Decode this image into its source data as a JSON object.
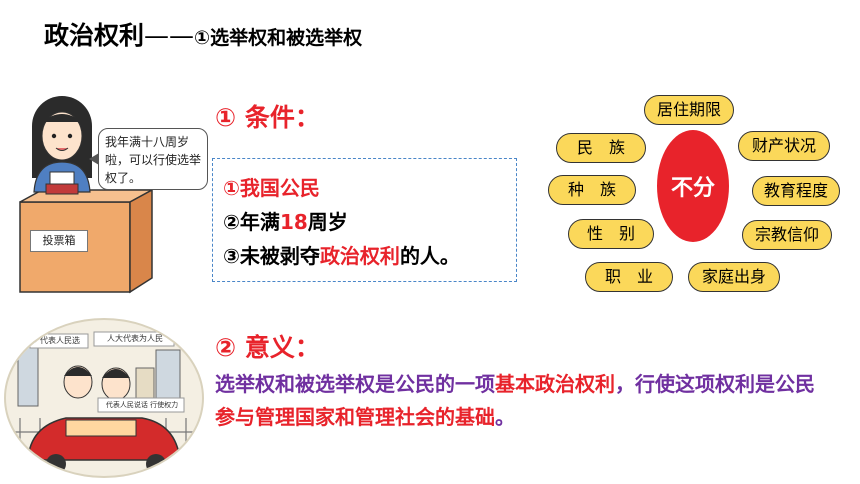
{
  "title": {
    "main": "政治权利",
    "dash": "——",
    "sub": "①选举权和被选举权"
  },
  "illustration": {
    "speech": "我年满十八周岁啦，可以行使选举权了。",
    "ballot_box_label": "投票箱",
    "banner_1": "代表人民选",
    "banner_2": "人大代表为人民",
    "banner_3": "代表人民说话 行使权力"
  },
  "section1": {
    "heading": "① 条件："
  },
  "conditions": {
    "c1": "①我国公民",
    "c2_prefix": "②年满",
    "c2_num": "18",
    "c2_suffix": "周岁",
    "c3_prefix": "③未被剥夺",
    "c3_em": "政治权利",
    "c3_suffix": "的人。"
  },
  "diagram": {
    "center": "不分",
    "items": [
      "居住期限",
      "民　族",
      "财产状况",
      "种　族",
      "教育程度",
      "性　别",
      "宗教信仰",
      "职　业",
      "家庭出身"
    ]
  },
  "section2": {
    "heading": "② 意义："
  },
  "significance": {
    "p1": "选举权和被选举权是公民的一项",
    "p1_em": "基本政治权利",
    "p2": "，行使这项权利是公民",
    "p2_em": "参与管理国家和管理社会的基础",
    "p3": "。"
  },
  "colors": {
    "red": "#e8232b",
    "purple": "#7030a0",
    "pill_yellow": "#fbd85a",
    "box_border": "#4a86c8"
  }
}
